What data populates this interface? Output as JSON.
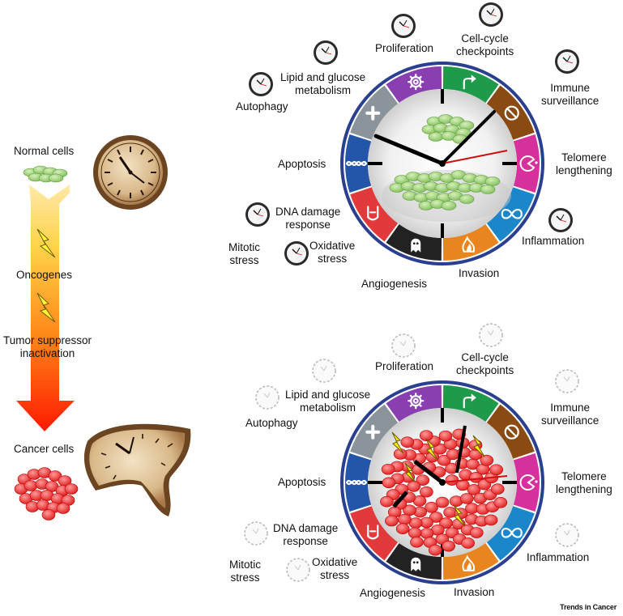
{
  "left": {
    "normal_cells": "Normal cells",
    "oncogenes": "Oncogenes",
    "tumor_suppressor": [
      "Tumor suppressor",
      "inactivation"
    ],
    "cancer_cells": "Cancer cells"
  },
  "segments": [
    {
      "name": "proliferation",
      "color": "#1f9a4a",
      "icon": "arrow-icon"
    },
    {
      "name": "checkpoints",
      "color": "#8a4b12",
      "icon": "no-sign-icon"
    },
    {
      "name": "immune",
      "color": "#d6309c",
      "icon": "pacman-icon"
    },
    {
      "name": "telomere",
      "color": "#1b86c9",
      "icon": "infinity-icon"
    },
    {
      "name": "inflammation",
      "color": "#e8851f",
      "icon": "flame-icon"
    },
    {
      "name": "invasion",
      "color": "#222222",
      "icon": "ghost-icon"
    },
    {
      "name": "angiogenesis",
      "color": "#e23a3a",
      "icon": "vessel-icon"
    },
    {
      "name": "dna",
      "color": "#2356a8",
      "icon": "dna-icon"
    },
    {
      "name": "apoptosis",
      "color": "#8b939b",
      "icon": "plus-icon"
    },
    {
      "name": "metabolism",
      "color": "#8a3fb0",
      "icon": "gear-icon"
    }
  ],
  "labels": {
    "proliferation": "Proliferation",
    "checkpoints": [
      "Cell-cycle",
      "checkpoints"
    ],
    "immune": [
      "Immune",
      "surveillance"
    ],
    "telomere": [
      "Telomere",
      "lengthening"
    ],
    "inflammation": "Inflammation",
    "invasion": "Invasion",
    "angiogenesis": "Angiogenesis",
    "oxidative": [
      "Oxidative",
      "stress"
    ],
    "mitotic": [
      "Mitotic",
      "stress"
    ],
    "dna": [
      "DNA damage",
      "response"
    ],
    "apoptosis": "Apoptosis",
    "autophagy": "Autophagy",
    "metabolism": [
      "Lipid and glucose",
      "metabolism"
    ]
  },
  "credit": "Trends in Cancer"
}
